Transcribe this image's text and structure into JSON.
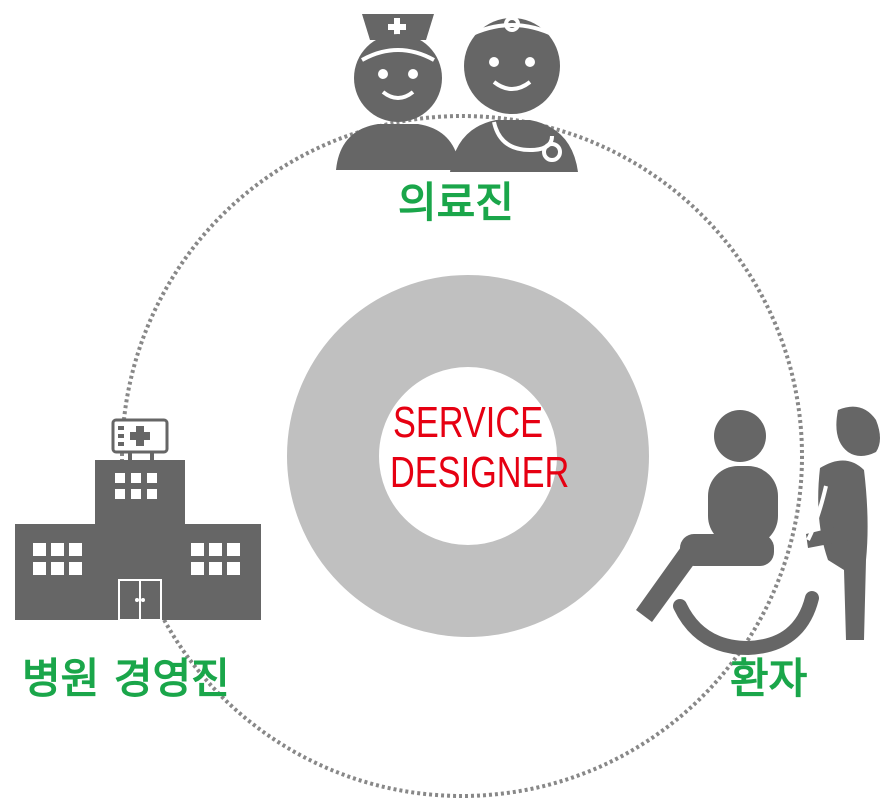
{
  "center": {
    "line1": "SERVICE",
    "line2": "DESIGNER"
  },
  "roles": {
    "medical_staff": "의료진",
    "hospital_management": "병원 경영진",
    "patient": "환자"
  },
  "colors": {
    "center_text": "#e60012",
    "role_text": "#1aa64a",
    "ring": "#c0c0c0",
    "icon": "#666666",
    "dotted_circle": "#888888"
  },
  "icons": {
    "medical_staff": "nurse-and-doctor-icon",
    "hospital_management": "hospital-building-icon",
    "patient": "wheelchair-and-caregiver-icon"
  }
}
